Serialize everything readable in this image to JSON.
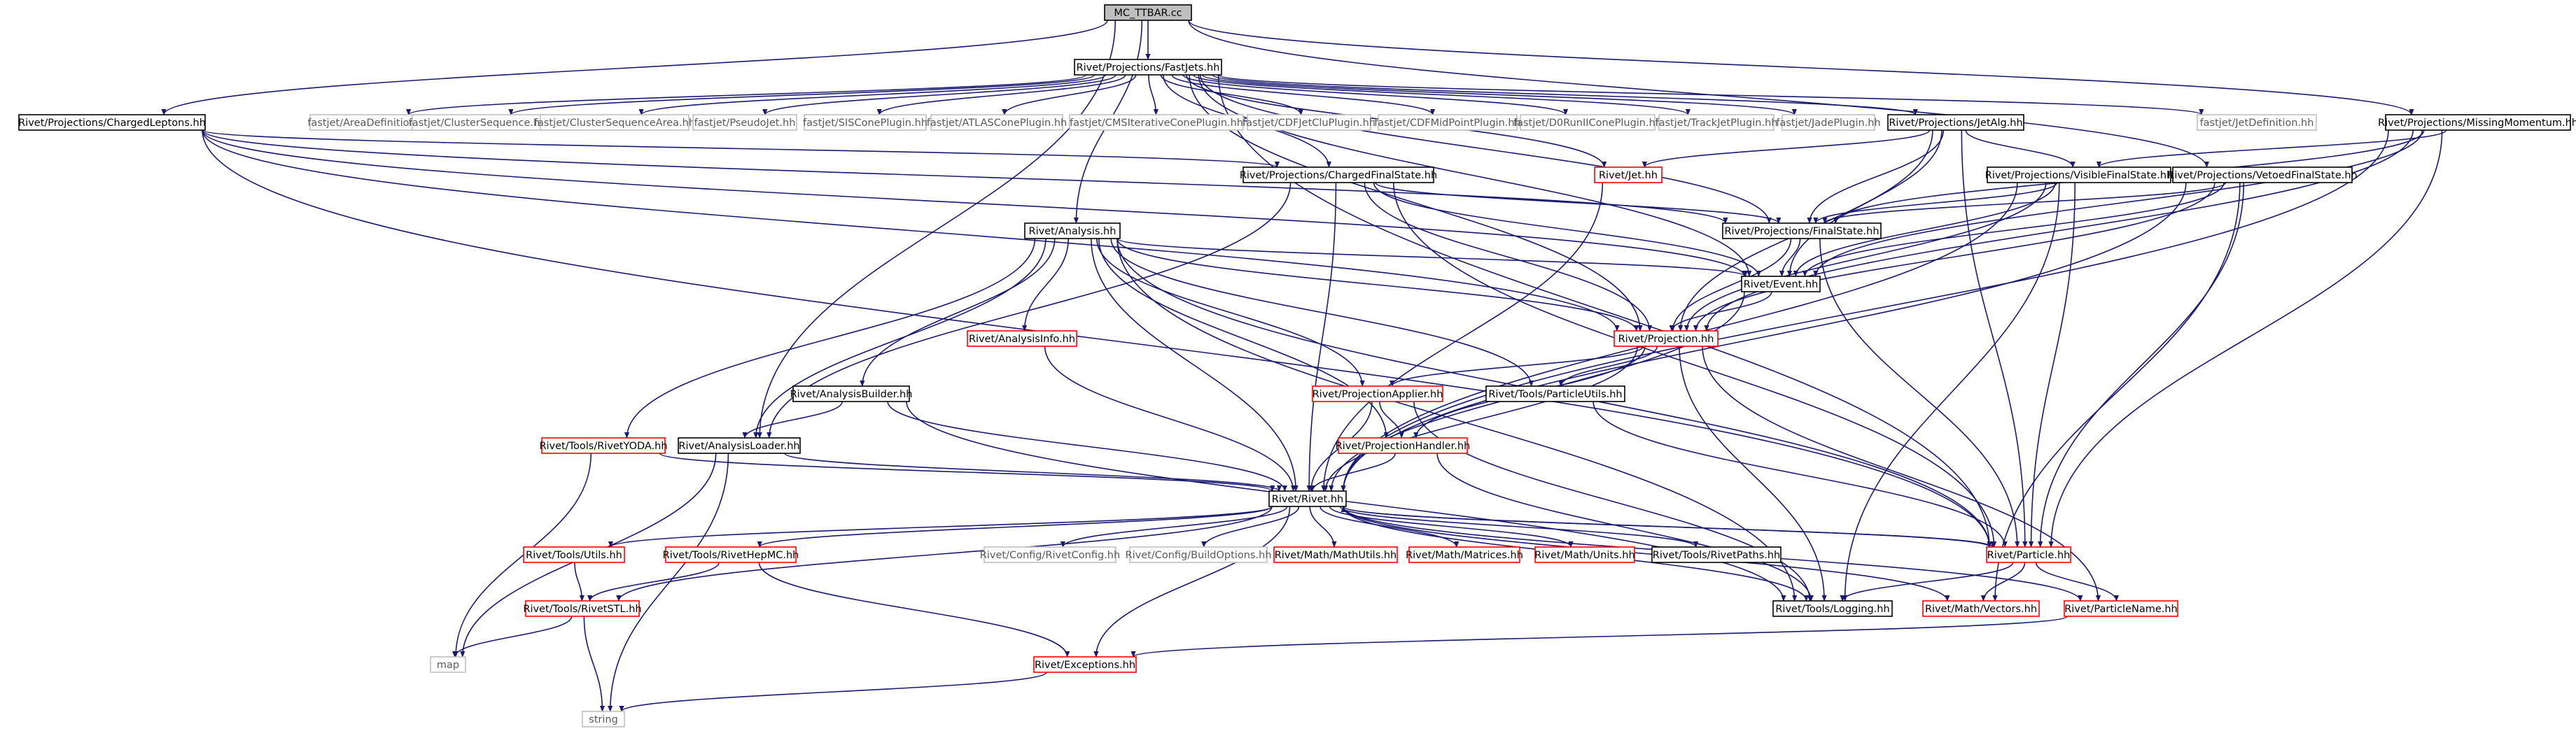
{
  "colors": {
    "edge": "#191970",
    "root_fill": "#bfbfbf",
    "border_documented": "#000000",
    "border_truncated": "#ff0000",
    "border_external": "#bfbfbf",
    "text_external": "#595959"
  },
  "nodes": [
    {
      "id": "mc_ttbar",
      "label": "MC_TTBAR.cc",
      "kind": "root"
    },
    {
      "id": "fastjets",
      "label": "Rivet/Projections/FastJets.hh",
      "kind": "documented"
    },
    {
      "id": "chargedleptons",
      "label": "Rivet/Projections/ChargedLeptons.hh",
      "kind": "documented"
    },
    {
      "id": "areadef",
      "label": "fastjet/AreaDefinition.hh",
      "kind": "external"
    },
    {
      "id": "clusterseq",
      "label": "fastjet/ClusterSequence.hh",
      "kind": "external"
    },
    {
      "id": "clusterseqarea",
      "label": "fastjet/ClusterSequenceArea.hh",
      "kind": "external"
    },
    {
      "id": "pseudojet",
      "label": "fastjet/PseudoJet.hh",
      "kind": "external"
    },
    {
      "id": "siscone",
      "label": "fastjet/SISConePlugin.hh",
      "kind": "external"
    },
    {
      "id": "atlascone",
      "label": "fastjet/ATLASConePlugin.hh",
      "kind": "external"
    },
    {
      "id": "cmsiter",
      "label": "fastjet/CMSIterativeConePlugin.hh",
      "kind": "external"
    },
    {
      "id": "cdfjetclu",
      "label": "fastjet/CDFJetCluPlugin.hh",
      "kind": "external"
    },
    {
      "id": "cdfmidpoint",
      "label": "fastjet/CDFMidPointPlugin.hh",
      "kind": "external"
    },
    {
      "id": "d0run2",
      "label": "fastjet/D0RunIIConePlugin.hh",
      "kind": "external"
    },
    {
      "id": "trackjet",
      "label": "fastjet/TrackJetPlugin.hh",
      "kind": "external"
    },
    {
      "id": "jade",
      "label": "fastjet/JadePlugin.hh",
      "kind": "external"
    },
    {
      "id": "jetalg",
      "label": "Rivet/Projections/JetAlg.hh",
      "kind": "documented"
    },
    {
      "id": "jetdef",
      "label": "fastjet/JetDefinition.hh",
      "kind": "external"
    },
    {
      "id": "missingmom",
      "label": "Rivet/Projections/MissingMomentum.hh",
      "kind": "documented"
    },
    {
      "id": "chargedfs",
      "label": "Rivet/Projections/ChargedFinalState.hh",
      "kind": "documented"
    },
    {
      "id": "jet",
      "label": "Rivet/Jet.hh",
      "kind": "truncated"
    },
    {
      "id": "visiblefs",
      "label": "Rivet/Projections/VisibleFinalState.hh",
      "kind": "documented"
    },
    {
      "id": "vetoedfs",
      "label": "Rivet/Projections/VetoedFinalState.hh",
      "kind": "documented"
    },
    {
      "id": "finalstate",
      "label": "Rivet/Projections/FinalState.hh",
      "kind": "documented"
    },
    {
      "id": "analysis",
      "label": "Rivet/Analysis.hh",
      "kind": "documented"
    },
    {
      "id": "event",
      "label": "Rivet/Event.hh",
      "kind": "documented"
    },
    {
      "id": "analysisinfo",
      "label": "Rivet/AnalysisInfo.hh",
      "kind": "truncated"
    },
    {
      "id": "projection",
      "label": "Rivet/Projection.hh",
      "kind": "truncated"
    },
    {
      "id": "analysisbuilder",
      "label": "Rivet/AnalysisBuilder.hh",
      "kind": "documented"
    },
    {
      "id": "projapplier",
      "label": "Rivet/ProjectionApplier.hh",
      "kind": "truncated"
    },
    {
      "id": "particleutils",
      "label": "Rivet/Tools/ParticleUtils.hh",
      "kind": "documented"
    },
    {
      "id": "rivetyoda",
      "label": "Rivet/Tools/RivetYODA.hh",
      "kind": "truncated"
    },
    {
      "id": "analysisloader",
      "label": "Rivet/AnalysisLoader.hh",
      "kind": "documented"
    },
    {
      "id": "projhandler",
      "label": "Rivet/ProjectionHandler.hh",
      "kind": "truncated"
    },
    {
      "id": "rivet",
      "label": "Rivet/Rivet.hh",
      "kind": "documented"
    },
    {
      "id": "toolsutils",
      "label": "Rivet/Tools/Utils.hh",
      "kind": "truncated"
    },
    {
      "id": "rivethepmc",
      "label": "Rivet/Tools/RivetHepMC.hh",
      "kind": "truncated"
    },
    {
      "id": "rivetconfig",
      "label": "Rivet/Config/RivetConfig.hh",
      "kind": "external"
    },
    {
      "id": "buildoptions",
      "label": "Rivet/Config/BuildOptions.hh",
      "kind": "external"
    },
    {
      "id": "mathutils",
      "label": "Rivet/Math/MathUtils.hh",
      "kind": "truncated"
    },
    {
      "id": "matrices",
      "label": "Rivet/Math/Matrices.hh",
      "kind": "truncated"
    },
    {
      "id": "units",
      "label": "Rivet/Math/Units.hh",
      "kind": "truncated"
    },
    {
      "id": "rivetpaths",
      "label": "Rivet/Tools/RivetPaths.hh",
      "kind": "documented"
    },
    {
      "id": "particle",
      "label": "Rivet/Particle.hh",
      "kind": "truncated"
    },
    {
      "id": "rivetstl",
      "label": "Rivet/Tools/RivetSTL.hh",
      "kind": "truncated"
    },
    {
      "id": "logging",
      "label": "Rivet/Tools/Logging.hh",
      "kind": "documented"
    },
    {
      "id": "vectors",
      "label": "Rivet/Math/Vectors.hh",
      "kind": "truncated"
    },
    {
      "id": "particlename",
      "label": "Rivet/ParticleName.hh",
      "kind": "truncated"
    },
    {
      "id": "map",
      "label": "map",
      "kind": "external"
    },
    {
      "id": "exceptions",
      "label": "Rivet/Exceptions.hh",
      "kind": "truncated"
    },
    {
      "id": "string",
      "label": "string",
      "kind": "external"
    }
  ],
  "edges": [
    [
      "mc_ttbar",
      "fastjets"
    ],
    [
      "mc_ttbar",
      "chargedleptons"
    ],
    [
      "mc_ttbar",
      "missingmom"
    ],
    [
      "mc_ttbar",
      "vetoedfs"
    ],
    [
      "mc_ttbar",
      "analysis"
    ],
    [
      "mc_ttbar",
      "analysisloader"
    ],
    [
      "fastjets",
      "areadef"
    ],
    [
      "fastjets",
      "clusterseq"
    ],
    [
      "fastjets",
      "clusterseqarea"
    ],
    [
      "fastjets",
      "pseudojet"
    ],
    [
      "fastjets",
      "siscone"
    ],
    [
      "fastjets",
      "atlascone"
    ],
    [
      "fastjets",
      "cmsiter"
    ],
    [
      "fastjets",
      "cdfjetclu"
    ],
    [
      "fastjets",
      "cdfmidpoint"
    ],
    [
      "fastjets",
      "d0run2"
    ],
    [
      "fastjets",
      "trackjet"
    ],
    [
      "fastjets",
      "jade"
    ],
    [
      "fastjets",
      "jetalg"
    ],
    [
      "fastjets",
      "jetdef"
    ],
    [
      "fastjets",
      "chargedfs"
    ],
    [
      "fastjets",
      "finalstate"
    ],
    [
      "fastjets",
      "event"
    ],
    [
      "fastjets",
      "projection"
    ],
    [
      "fastjets",
      "particle"
    ],
    [
      "fastjets",
      "jet"
    ],
    [
      "chargedleptons",
      "chargedfs"
    ],
    [
      "chargedleptons",
      "event"
    ],
    [
      "chargedleptons",
      "projection"
    ],
    [
      "chargedleptons",
      "finalstate"
    ],
    [
      "chargedleptons",
      "particle"
    ],
    [
      "jetalg",
      "jet"
    ],
    [
      "jetalg",
      "visiblefs"
    ],
    [
      "jetalg",
      "finalstate"
    ],
    [
      "jetalg",
      "event"
    ],
    [
      "jetalg",
      "projection"
    ],
    [
      "jetalg",
      "particle"
    ],
    [
      "missingmom",
      "visiblefs"
    ],
    [
      "missingmom",
      "event"
    ],
    [
      "missingmom",
      "projection"
    ],
    [
      "missingmom",
      "rivet"
    ],
    [
      "missingmom",
      "particle"
    ],
    [
      "missingmom",
      "finalstate"
    ],
    [
      "chargedfs",
      "finalstate"
    ],
    [
      "chargedfs",
      "event"
    ],
    [
      "chargedfs",
      "projection"
    ],
    [
      "chargedfs",
      "rivet"
    ],
    [
      "chargedfs",
      "particle"
    ],
    [
      "chargedfs",
      "analysisloader"
    ],
    [
      "jet",
      "rivet"
    ],
    [
      "visiblefs",
      "finalstate"
    ],
    [
      "visiblefs",
      "event"
    ],
    [
      "visiblefs",
      "projection"
    ],
    [
      "visiblefs",
      "rivet"
    ],
    [
      "visiblefs",
      "particle"
    ],
    [
      "visiblefs",
      "logging"
    ],
    [
      "vetoedfs",
      "finalstate"
    ],
    [
      "vetoedfs",
      "event"
    ],
    [
      "vetoedfs",
      "projection"
    ],
    [
      "vetoedfs",
      "rivet"
    ],
    [
      "vetoedfs",
      "particle"
    ],
    [
      "vetoedfs",
      "vectors"
    ],
    [
      "finalstate",
      "event"
    ],
    [
      "finalstate",
      "projection"
    ],
    [
      "finalstate",
      "particle"
    ],
    [
      "analysis",
      "event"
    ],
    [
      "analysis",
      "projection"
    ],
    [
      "analysis",
      "analysisinfo"
    ],
    [
      "analysis",
      "analysisbuilder"
    ],
    [
      "analysis",
      "projapplier"
    ],
    [
      "analysis",
      "particleutils"
    ],
    [
      "analysis",
      "rivetyoda"
    ],
    [
      "analysis",
      "analysisloader"
    ],
    [
      "analysis",
      "projhandler"
    ],
    [
      "analysis",
      "rivet"
    ],
    [
      "analysis",
      "logging"
    ],
    [
      "analysis",
      "particle"
    ],
    [
      "event",
      "projection"
    ],
    [
      "event",
      "rivet"
    ],
    [
      "analysisinfo",
      "rivet"
    ],
    [
      "projection",
      "projapplier"
    ],
    [
      "projection",
      "projhandler"
    ],
    [
      "projection",
      "particleutils"
    ],
    [
      "projection",
      "rivet"
    ],
    [
      "projection",
      "logging"
    ],
    [
      "projection",
      "particlename"
    ],
    [
      "analysisbuilder",
      "analysisloader"
    ],
    [
      "analysisbuilder",
      "rivet"
    ],
    [
      "analysisbuilder",
      "logging"
    ],
    [
      "projapplier",
      "projhandler"
    ],
    [
      "projapplier",
      "rivet"
    ],
    [
      "projapplier",
      "logging"
    ],
    [
      "particleutils",
      "particle"
    ],
    [
      "rivetyoda",
      "rivet"
    ],
    [
      "rivetyoda",
      "map"
    ],
    [
      "analysisloader",
      "rivet"
    ],
    [
      "analysisloader",
      "string"
    ],
    [
      "analysisloader",
      "map"
    ],
    [
      "projhandler",
      "rivet"
    ],
    [
      "projhandler",
      "logging"
    ],
    [
      "rivet",
      "toolsutils"
    ],
    [
      "rivet",
      "rivethepmc"
    ],
    [
      "rivet",
      "rivetconfig"
    ],
    [
      "rivet",
      "buildoptions"
    ],
    [
      "rivet",
      "mathutils"
    ],
    [
      "rivet",
      "matrices"
    ],
    [
      "rivet",
      "units"
    ],
    [
      "rivet",
      "rivetpaths"
    ],
    [
      "rivet",
      "particle"
    ],
    [
      "rivet",
      "rivetstl"
    ],
    [
      "rivet",
      "logging"
    ],
    [
      "rivet",
      "vectors"
    ],
    [
      "rivet",
      "exceptions"
    ],
    [
      "rivet",
      "particlename"
    ],
    [
      "toolsutils",
      "rivetstl"
    ],
    [
      "rivethepmc",
      "rivetstl"
    ],
    [
      "rivethepmc",
      "exceptions"
    ],
    [
      "particle",
      "rivet"
    ],
    [
      "particle",
      "logging"
    ],
    [
      "particle",
      "vectors"
    ],
    [
      "particle",
      "particlename"
    ],
    [
      "rivetstl",
      "map"
    ],
    [
      "rivetstl",
      "string"
    ],
    [
      "particlename",
      "exceptions"
    ],
    [
      "exceptions",
      "string"
    ]
  ]
}
